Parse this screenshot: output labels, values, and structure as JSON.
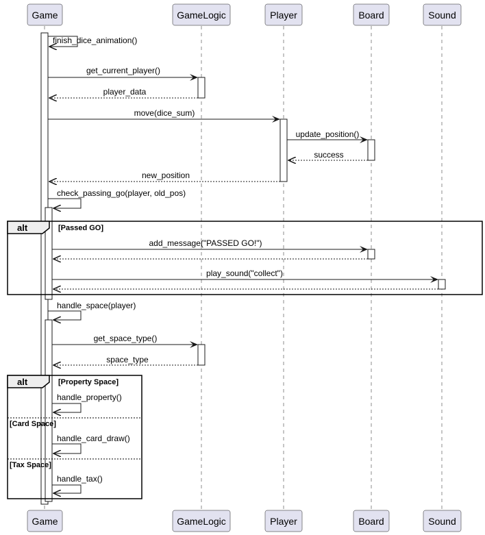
{
  "participants": [
    {
      "id": "game",
      "label": "Game"
    },
    {
      "id": "gamelogic",
      "label": "GameLogic"
    },
    {
      "id": "player",
      "label": "Player"
    },
    {
      "id": "board",
      "label": "Board"
    },
    {
      "id": "sound",
      "label": "Sound"
    }
  ],
  "messages": {
    "m1": "finish_dice_animation()",
    "m2": "get_current_player()",
    "m3": "player_data",
    "m4": "move(dice_sum)",
    "m5": "update_position()",
    "m6": "success",
    "m7": "new_position",
    "m8": "check_passing_go(player, old_pos)",
    "m9": "add_message(\"PASSED GO!\")",
    "m10": "play_sound(\"collect\")",
    "m11": "handle_space(player)",
    "m12": "get_space_type()",
    "m13": "space_type",
    "m14": "handle_property()",
    "m15": "handle_card_draw()",
    "m16": "handle_tax()"
  },
  "frames": {
    "alt1": {
      "op": "alt",
      "guard": "[Passed GO]"
    },
    "alt2": {
      "op": "alt",
      "guards": [
        "[Property Space]",
        "[Card Space]",
        "[Tax Space]"
      ]
    }
  }
}
